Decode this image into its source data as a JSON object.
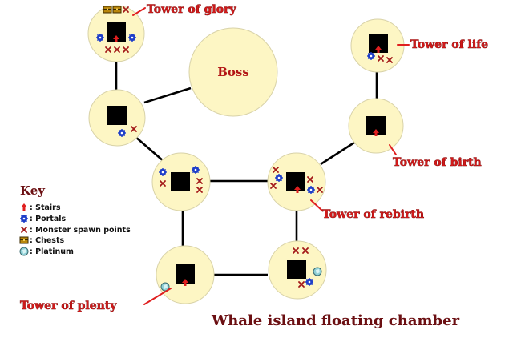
{
  "title": "Whale island floating chamber",
  "boss_label": "Boss",
  "towers": {
    "glory": "Tower of glory",
    "life": "Tower of life",
    "birth": "Tower of birth",
    "rebirth": "Tower of rebirth",
    "plenty": "Tower of plenty"
  },
  "key": {
    "heading": "Key",
    "items": [
      {
        "icon": "stairs-icon",
        "label": ": Stairs"
      },
      {
        "icon": "portal-icon",
        "label": ": Portals"
      },
      {
        "icon": "monster-spawn-icon",
        "label": ": Monster spawn points"
      },
      {
        "icon": "chest-icon",
        "label": ": Chests"
      },
      {
        "icon": "platinum-icon",
        "label": ": Platinum"
      }
    ]
  },
  "colors": {
    "room_fill": "#fdf6c4",
    "room_stroke": "#d8d2a8",
    "stairs": "#e01f1f",
    "portal": "#1f3fc9",
    "monster": "#a31818",
    "label_red": "#d11a1a",
    "title_dark_red": "#6b0f12"
  }
}
